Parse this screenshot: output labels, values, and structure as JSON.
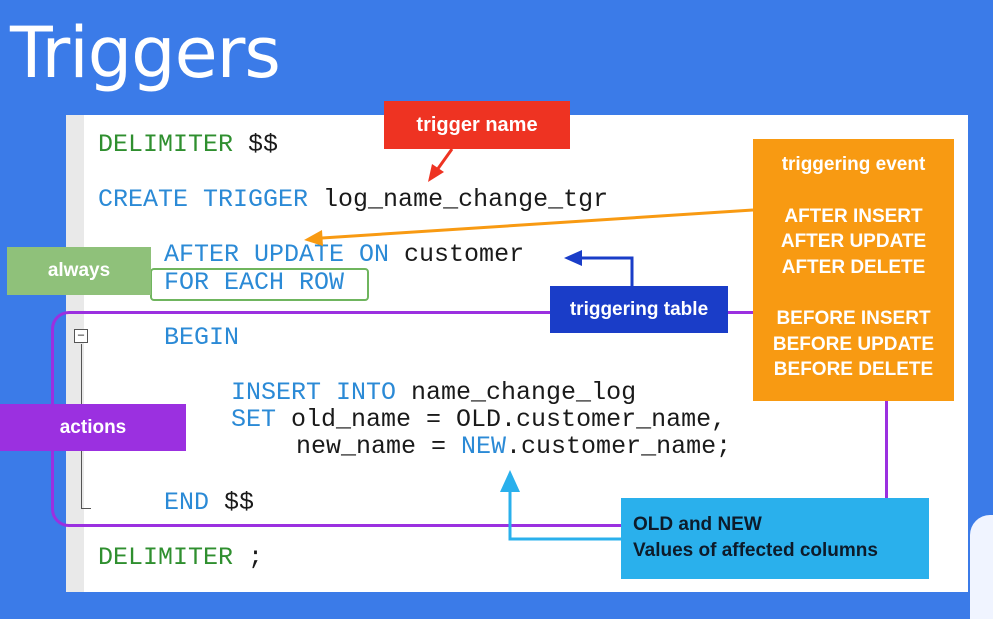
{
  "title": "Triggers",
  "code_lines": [
    {
      "a": "DELIMITER",
      "b": " $$"
    },
    {
      "a": "CREATE TRIGGER",
      "b": " log_name_change_tgr"
    },
    {
      "a": "AFTER UPDATE ON",
      "b": " customer"
    },
    {
      "a": "FOR EACH ROW",
      "b": ""
    },
    {
      "a": "BEGIN",
      "b": ""
    },
    {
      "a": "INSERT INTO",
      "b": " name_change_log"
    },
    {
      "a": "SET",
      "b": " old_name = OLD.customer_name,"
    },
    {
      "a": "",
      "b": "new_name = ",
      "c": "NEW",
      "d": ".customer_name;"
    },
    {
      "a": "END",
      "b": " $$"
    },
    {
      "a": "DELIMITER",
      "b": " ;"
    }
  ],
  "annotations": {
    "trigger_name": "trigger name",
    "triggering_event": {
      "heading": "triggering event",
      "after": [
        "AFTER INSERT",
        "AFTER UPDATE",
        "AFTER DELETE"
      ],
      "before": [
        "BEFORE INSERT",
        "BEFORE UPDATE",
        "BEFORE DELETE"
      ]
    },
    "always": "always",
    "triggering_table": "triggering table",
    "actions": "actions",
    "old_new": [
      "OLD and NEW",
      "Values of affected columns"
    ]
  },
  "colors": {
    "background": "#3b7be8",
    "red": "#ee3322",
    "orange": "#f89a12",
    "green": "#8fc17a",
    "navy": "#1a3dc8",
    "purple": "#9b30e0",
    "cyan": "#2ab0ec"
  }
}
